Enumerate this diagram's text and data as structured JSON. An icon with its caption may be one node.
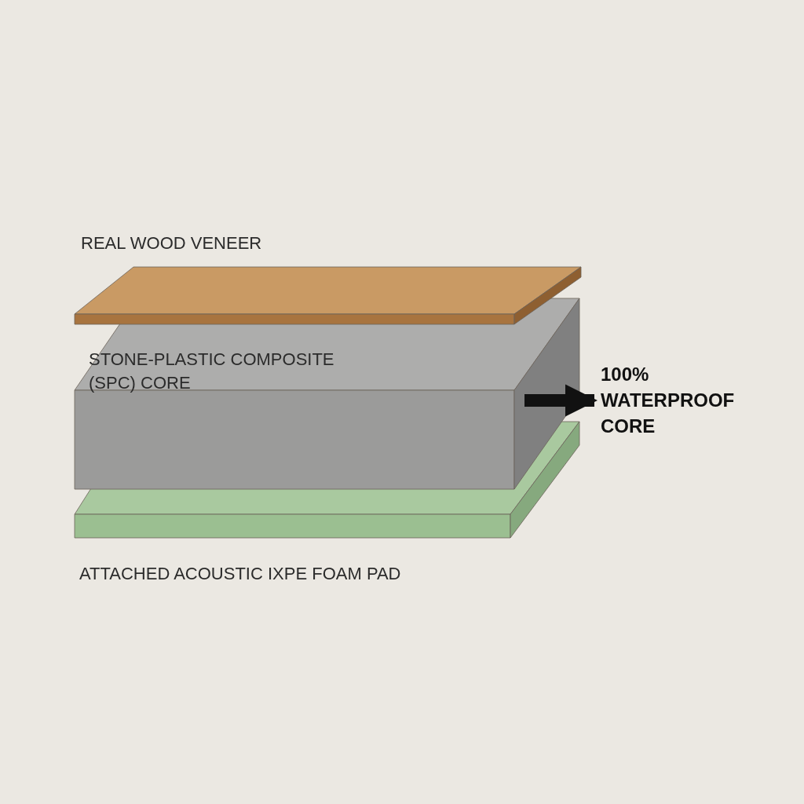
{
  "diagram": {
    "nodes": [
      {
        "text": [
          "REAL WOOD VENEER"
        ]
      },
      {
        "text": [
          "STONE-PLASTIC COMPOSITE (SPC) CORE"
        ]
      },
      {
        "text": [
          "ATTACHED ACOUSTIC IXPE FOAM PAD"
        ]
      },
      {
        "text": [
          "100% WATERPROOF CORE"
        ]
      }
    ],
    "edges": [
      {
        "from": 1,
        "to": 3,
        "arrow": "to"
      }
    ]
  }
}
